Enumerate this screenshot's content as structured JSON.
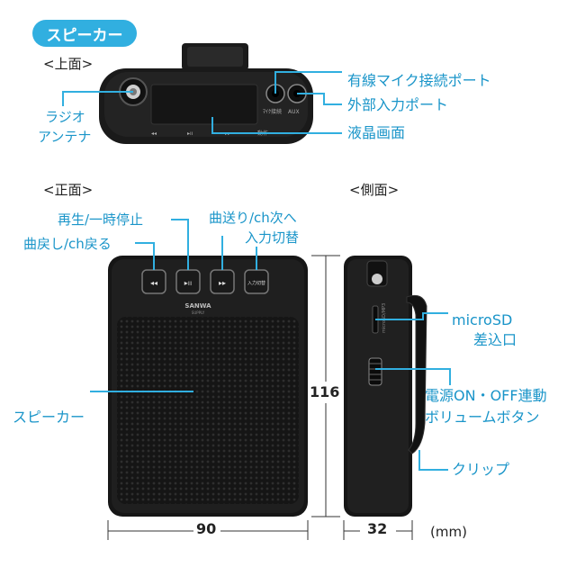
{
  "header": {
    "title": "スピーカー"
  },
  "views": {
    "top": "<上面>",
    "front": "<正面>",
    "side": "<側面>"
  },
  "top_labels": {
    "radio_antenna_line1": "ラジオ",
    "radio_antenna_line2": "アンテナ",
    "mic_port": "有線マイク接続ポート",
    "ext_input": "外部入力ポート",
    "lcd": "液晶画面"
  },
  "device_top_marks": {
    "rew": "◂◂",
    "play": "▸ıı",
    "ff": "▸▸",
    "mode": "動作",
    "port1": "ﾏｲｸ接続",
    "port2": "AUX"
  },
  "front_labels": {
    "play_pause": "再生/一時停止",
    "prev": "曲戻し/ch戻る",
    "next_line1": "曲送り/ch次へ",
    "next_line2": "入力切替",
    "speaker": "スピーカー"
  },
  "front_buttons": {
    "rew": "◂◂",
    "play": "▸ıı",
    "ff": "▸▸",
    "input": "入力切替"
  },
  "brand": {
    "name": "SANWA",
    "sub": "SUPPLY"
  },
  "side_labels": {
    "microsd_line1": "microSD",
    "microsd_line2": "差込口",
    "power_line1": "電源ON・OFF連動",
    "power_line2": "ボリュームボタン",
    "clip": "クリップ"
  },
  "dimensions": {
    "width": "90",
    "height": "116",
    "depth": "32",
    "unit": "(mm)"
  },
  "colors": {
    "accent": "#31afe0",
    "callout_text": "#1a95c9",
    "device": "#1c1c1c"
  }
}
